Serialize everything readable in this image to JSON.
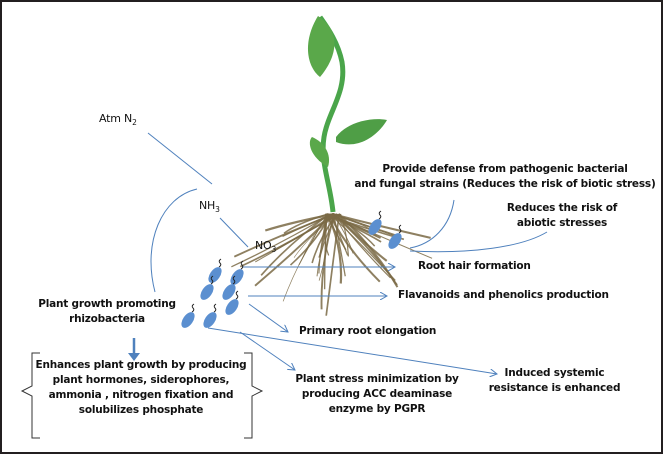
{
  "diagram": {
    "title": "Plant growth promoting rhizobacteria mechanisms",
    "colors": {
      "arrow": "#4f81bd",
      "bacteria": "#5b8fd0",
      "stem": "#4aa54a",
      "root": "#7a6a45",
      "frame": "#231f20"
    },
    "nitrogen_cycle": {
      "atm_n2": {
        "base": "Atm N",
        "sub": "2"
      },
      "nh3": {
        "base": "NH",
        "sub": "3"
      },
      "no3": {
        "base": "NO",
        "sub": "3"
      }
    },
    "pgpr_label": [
      "Plant growth promoting",
      "rhizobacteria"
    ],
    "enhances_box": [
      "Enhances plant growth by producing",
      "plant hormones, siderophores,",
      "ammonia , nitrogen fixation and",
      "solubilizes phosphate"
    ],
    "effects": {
      "defense": [
        "Provide defense from pathogenic bacterial",
        "and fungal strains (Reduces the risk of biotic stress)"
      ],
      "abiotic": [
        "Reduces the risk of",
        "abiotic stresses"
      ],
      "root_hair": "Root hair formation",
      "flavanoids": "Flavanoids and phenolics production",
      "primary_root": "Primary root elongation",
      "stress_min": [
        "Plant stress minimization by",
        "producing ACC deaminase",
        "enzyme by PGPR"
      ],
      "isr": [
        "Induced systemic",
        "resistance is enhanced"
      ]
    }
  }
}
